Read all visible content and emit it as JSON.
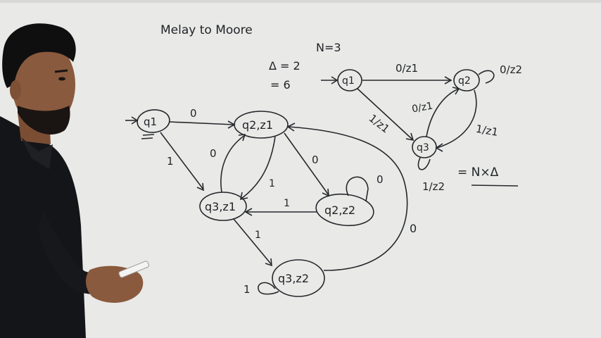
{
  "board": {
    "title": "Melay to Moore",
    "n_eq": "N=3",
    "delta_eq": "Δ = 2",
    "six_eq": "= 6",
    "formula": "= N×Δ"
  },
  "mealy": {
    "nodes": [
      {
        "id": "q1",
        "label": "q1"
      },
      {
        "id": "q2",
        "label": "q2"
      },
      {
        "id": "q3",
        "label": "q3"
      }
    ],
    "edges": [
      {
        "id": "q1-q2",
        "label": "0/z1"
      },
      {
        "id": "q2-self",
        "label": "0/z2"
      },
      {
        "id": "q1-q3",
        "label": "1/z1"
      },
      {
        "id": "q3-q2",
        "label": "0/z1"
      },
      {
        "id": "q2-q3",
        "label": "1/z1"
      },
      {
        "id": "q3-self",
        "label": "1/z2"
      }
    ]
  },
  "moore": {
    "nodes": [
      {
        "id": "m-q1",
        "label": "q1"
      },
      {
        "id": "m-q2z1",
        "label": "q2,z1"
      },
      {
        "id": "m-q3z1",
        "label": "q3,z1"
      },
      {
        "id": "m-q2z2",
        "label": "q2,z2"
      },
      {
        "id": "m-q3z2",
        "label": "q3,z2"
      }
    ],
    "edges": [
      {
        "id": "e1",
        "label": "0"
      },
      {
        "id": "e2",
        "label": "1"
      },
      {
        "id": "e3",
        "label": "0"
      },
      {
        "id": "e4",
        "label": "1"
      },
      {
        "id": "e5",
        "label": "0"
      },
      {
        "id": "e6",
        "label": "0"
      },
      {
        "id": "e7",
        "label": "1"
      },
      {
        "id": "e8",
        "label": "1"
      },
      {
        "id": "e9",
        "label": "0"
      },
      {
        "id": "e10",
        "label": "1"
      }
    ]
  },
  "colors": {
    "board": "#e9e9e7",
    "marker": "#25282c",
    "shirt": "#141518",
    "skin": "#8a5a3e",
    "hair": "#0f0f10"
  }
}
